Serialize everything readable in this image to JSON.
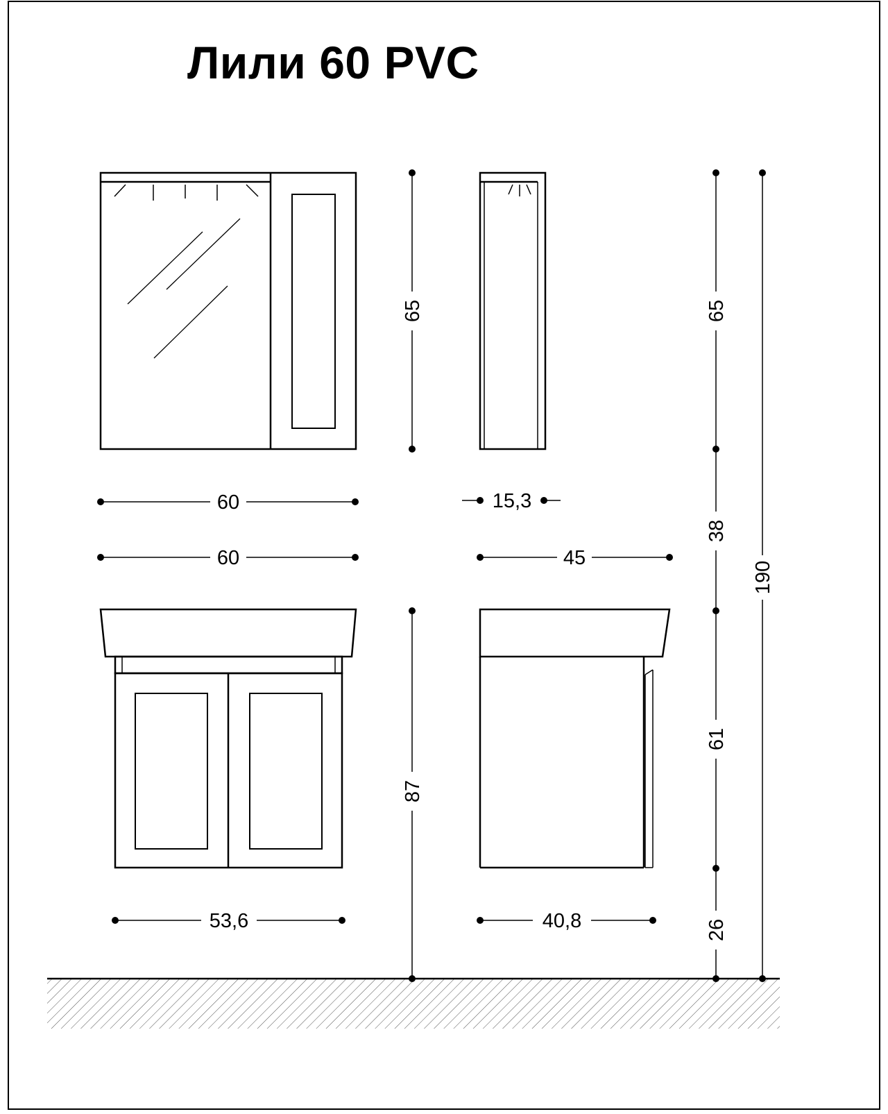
{
  "title": "Лили 60 PVC",
  "dimensions": {
    "mirror_width": "60",
    "mirror_depth": "15,3",
    "mirror_height": "65",
    "basin_width": "60",
    "basin_depth": "45",
    "cabinet_width": "53,6",
    "cabinet_depth": "40,8",
    "vanity_height": "87",
    "right_mirror_height": "65",
    "right_gap": "38",
    "right_cabinet_height": "61",
    "right_floor_gap": "26",
    "total_height": "190"
  }
}
